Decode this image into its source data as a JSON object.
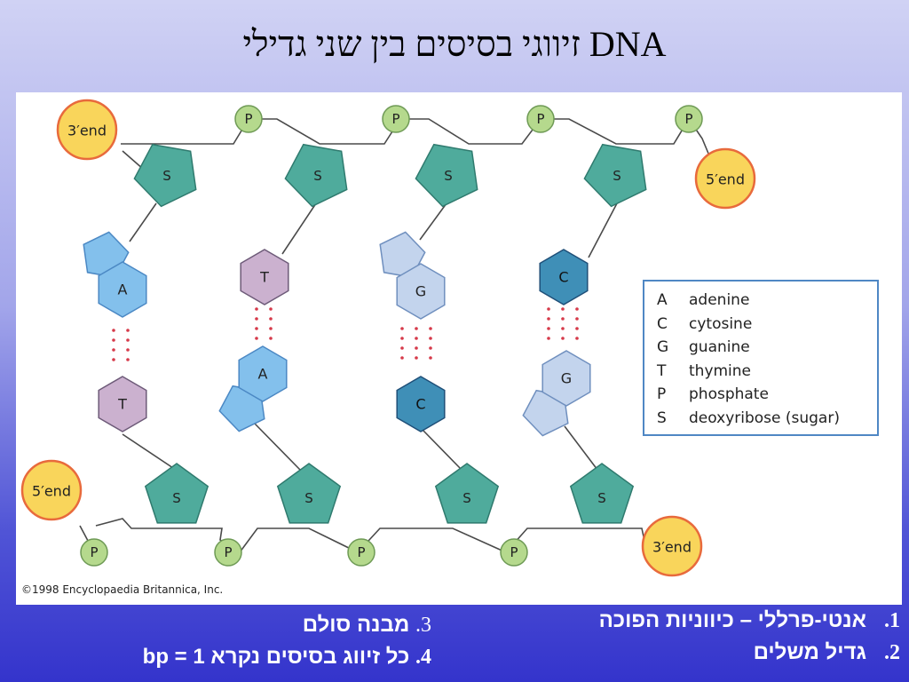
{
  "title": "זיווגי בסיסים בין שני גדילי DNA",
  "diagram": {
    "ends": {
      "three_prime": "3′end",
      "five_prime": "5′end"
    },
    "labels": {
      "phosphate": "P",
      "sugar": "S"
    },
    "pairs": [
      {
        "top": "A",
        "bottom": "T"
      },
      {
        "top": "T",
        "bottom": "A"
      },
      {
        "top": "G",
        "bottom": "C"
      },
      {
        "top": "C",
        "bottom": "G"
      }
    ],
    "legend": [
      {
        "key": "A",
        "name": "adenine"
      },
      {
        "key": "C",
        "name": "cytosine"
      },
      {
        "key": "G",
        "name": "guanine"
      },
      {
        "key": "T",
        "name": "thymine"
      },
      {
        "key": "P",
        "name": "phosphate"
      },
      {
        "key": "S",
        "name": "deoxyribose (sugar)"
      }
    ],
    "copyright": "©1998 Encyclopaedia Britannica, Inc.",
    "colors": {
      "sugar": "#4fab9c",
      "phosphate": "#b5d98d",
      "end": "#f9d55b",
      "end_stroke": "#e86a3c",
      "adenine": "#83c0ec",
      "thymine": "#cbb1cf",
      "guanine": "#c3d4ed",
      "cytosine": "#3f8fb7",
      "hydrogen_bond": "#d63a4a"
    }
  },
  "points_right": [
    {
      "num": "1.",
      "text": "אנטי-פרללי – כיווניות הפוכה"
    },
    {
      "num": "2.",
      "text": "גדיל משלים"
    }
  ],
  "points_left": [
    {
      "num": "3.",
      "text": "מבנה סולם"
    },
    {
      "num": "4.",
      "text": "כל זיווג בסיסים נקרא bp = 1"
    }
  ]
}
